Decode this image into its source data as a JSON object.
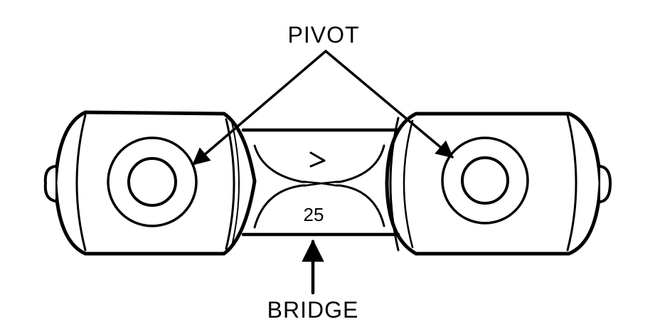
{
  "labels": {
    "pivot": "PIVOT",
    "bridge": "BRIDGE",
    "bridge_number": "25"
  },
  "colors": {
    "ink": "#000000",
    "paper": "#ffffff"
  }
}
